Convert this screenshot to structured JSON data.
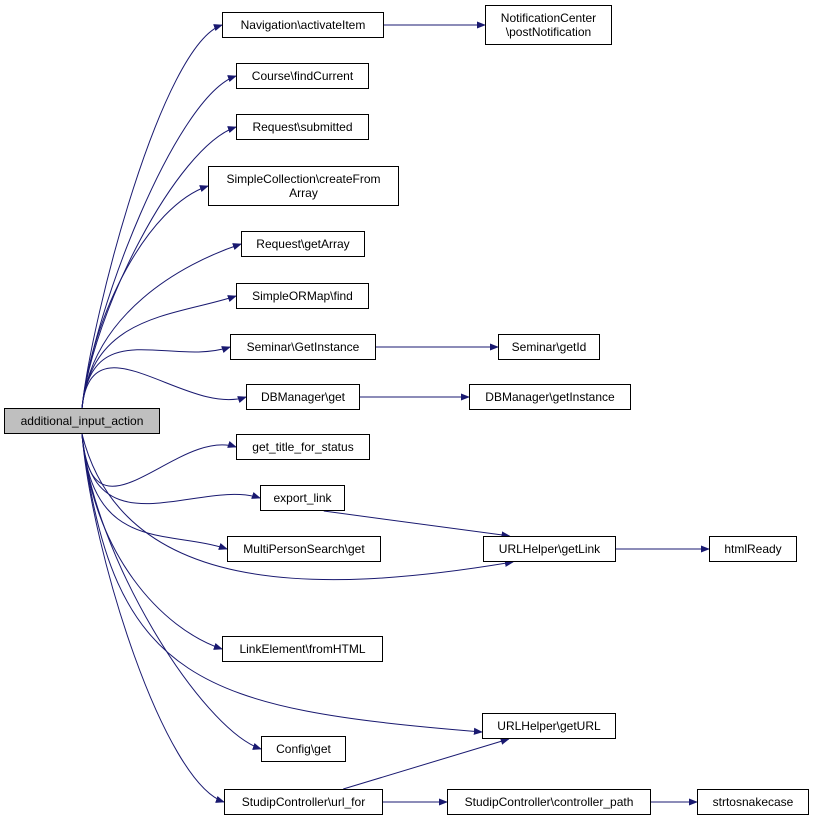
{
  "diagram": {
    "edge_color": "#191970",
    "root_fill": "#bfbfbf",
    "nodes": [
      {
        "id": "root",
        "lines": [
          "additional_input_action"
        ]
      },
      {
        "id": "nav_activate",
        "lines": [
          "Navigation\\activateItem"
        ]
      },
      {
        "id": "notif_post",
        "lines": [
          "NotificationCenter",
          "\\postNotification"
        ]
      },
      {
        "id": "course_find",
        "lines": [
          "Course\\findCurrent"
        ]
      },
      {
        "id": "req_submitted",
        "lines": [
          "Request\\submitted"
        ]
      },
      {
        "id": "simple_coll",
        "lines": [
          "SimpleCollection\\createFrom",
          "Array"
        ]
      },
      {
        "id": "req_getarray",
        "lines": [
          "Request\\getArray"
        ]
      },
      {
        "id": "sorm_find",
        "lines": [
          "SimpleORMap\\find"
        ]
      },
      {
        "id": "sem_getinst",
        "lines": [
          "Seminar\\GetInstance"
        ]
      },
      {
        "id": "sem_getid",
        "lines": [
          "Seminar\\getId"
        ]
      },
      {
        "id": "dbm_get",
        "lines": [
          "DBManager\\get"
        ]
      },
      {
        "id": "dbm_getinst",
        "lines": [
          "DBManager\\getInstance"
        ]
      },
      {
        "id": "title_status",
        "lines": [
          "get_title_for_status"
        ]
      },
      {
        "id": "export_link",
        "lines": [
          "export_link"
        ]
      },
      {
        "id": "mps_get",
        "lines": [
          "MultiPersonSearch\\get"
        ]
      },
      {
        "id": "url_getlink",
        "lines": [
          "URLHelper\\getLink"
        ]
      },
      {
        "id": "html_ready",
        "lines": [
          "htmlReady"
        ]
      },
      {
        "id": "link_elem",
        "lines": [
          "LinkElement\\fromHTML"
        ]
      },
      {
        "id": "url_geturl",
        "lines": [
          "URLHelper\\getURL"
        ]
      },
      {
        "id": "config_get",
        "lines": [
          "Config\\get"
        ]
      },
      {
        "id": "sc_urlfor",
        "lines": [
          "StudipController\\url_for"
        ]
      },
      {
        "id": "sc_ctrlpath",
        "lines": [
          "StudipController\\controller_path"
        ]
      },
      {
        "id": "strtosnake",
        "lines": [
          "strtosnakecase"
        ]
      }
    ],
    "edges": [
      {
        "from": "root",
        "to": "nav_activate"
      },
      {
        "from": "nav_activate",
        "to": "notif_post"
      },
      {
        "from": "root",
        "to": "course_find"
      },
      {
        "from": "root",
        "to": "req_submitted"
      },
      {
        "from": "root",
        "to": "simple_coll"
      },
      {
        "from": "root",
        "to": "req_getarray"
      },
      {
        "from": "root",
        "to": "sorm_find"
      },
      {
        "from": "root",
        "to": "sem_getinst"
      },
      {
        "from": "sem_getinst",
        "to": "sem_getid"
      },
      {
        "from": "root",
        "to": "dbm_get"
      },
      {
        "from": "dbm_get",
        "to": "dbm_getinst"
      },
      {
        "from": "root",
        "to": "title_status"
      },
      {
        "from": "root",
        "to": "export_link"
      },
      {
        "from": "export_link",
        "to": "url_getlink"
      },
      {
        "from": "root",
        "to": "mps_get"
      },
      {
        "from": "root",
        "to": "url_getlink"
      },
      {
        "from": "url_getlink",
        "to": "html_ready"
      },
      {
        "from": "root",
        "to": "link_elem"
      },
      {
        "from": "root",
        "to": "url_geturl"
      },
      {
        "from": "root",
        "to": "config_get"
      },
      {
        "from": "root",
        "to": "sc_urlfor"
      },
      {
        "from": "sc_urlfor",
        "to": "url_geturl"
      },
      {
        "from": "sc_urlfor",
        "to": "sc_ctrlpath"
      },
      {
        "from": "sc_ctrlpath",
        "to": "strtosnake"
      }
    ]
  }
}
